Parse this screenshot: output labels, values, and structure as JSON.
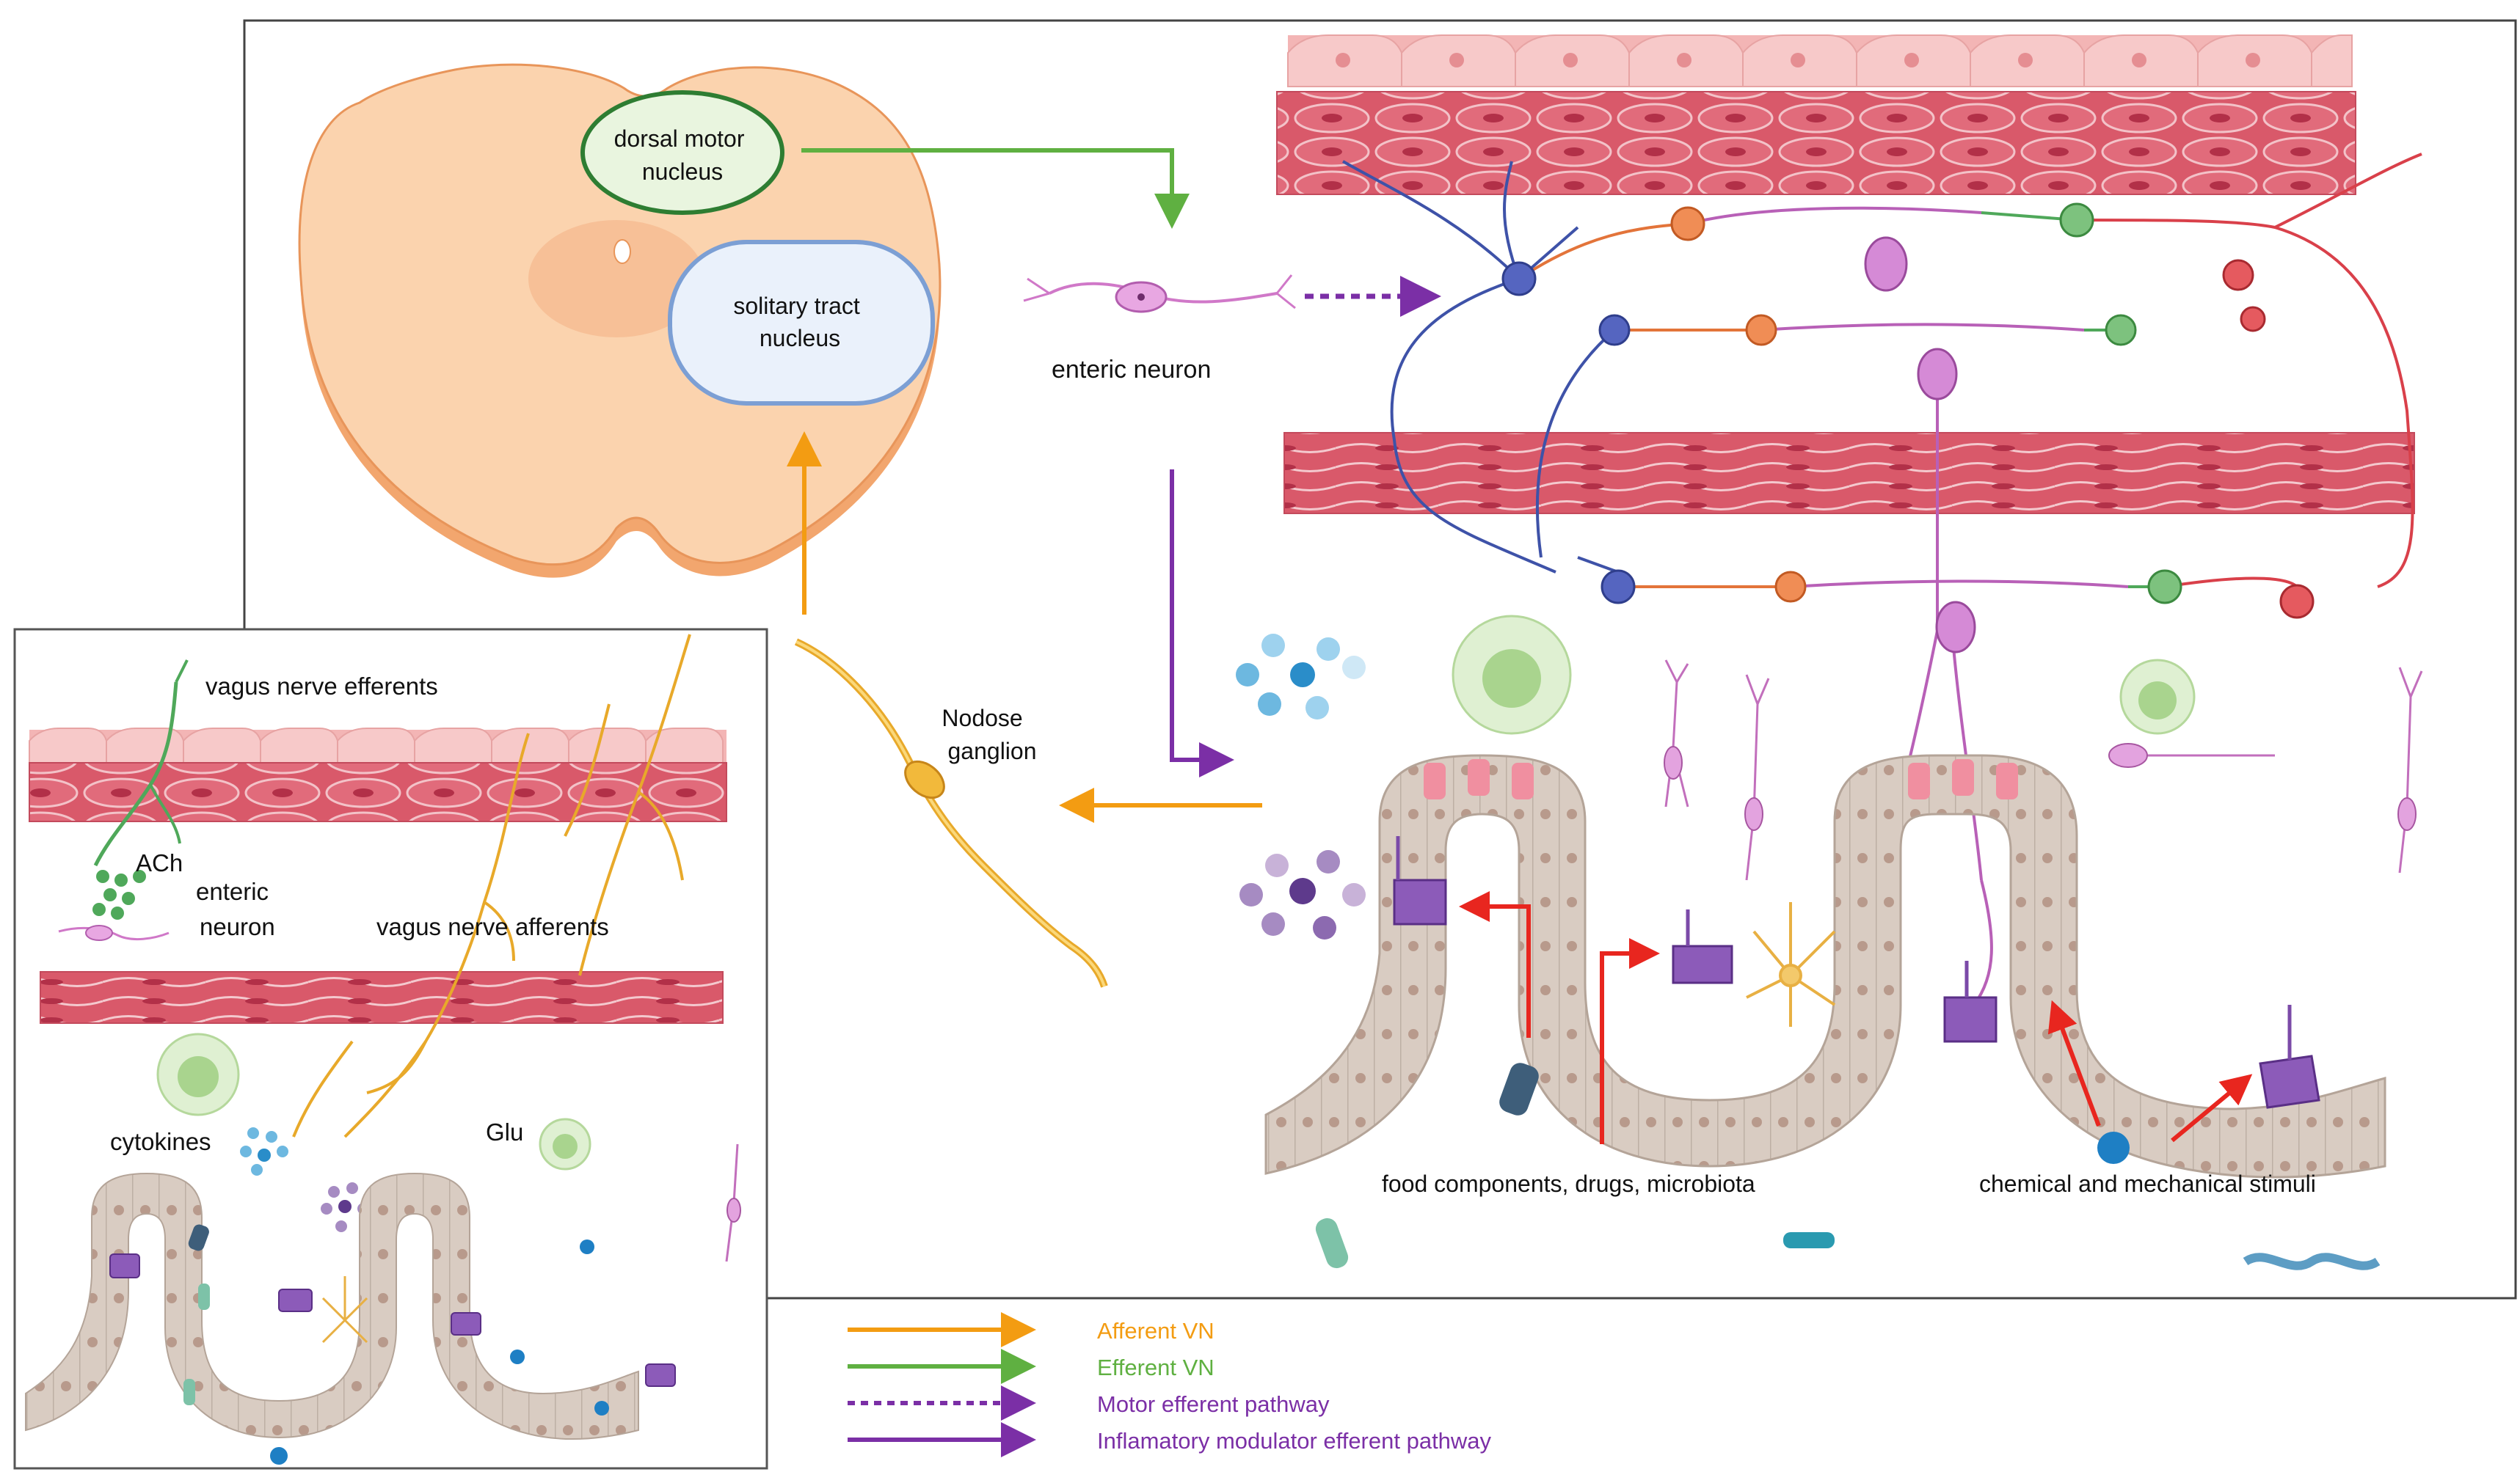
{
  "brainstem": {
    "dorsal_motor_nucleus": [
      "dorsal motor",
      "nucleus"
    ],
    "solitary_tract_nucleus": [
      "solitary tract",
      "nucleus"
    ]
  },
  "labels": {
    "enteric_neuron_main": "enteric neuron",
    "nodose_ganglion": [
      "Nodose",
      "ganglion"
    ],
    "food_components": "food components, drugs, microbiota",
    "chemical_mechanical": "chemical and mechanical stimuli"
  },
  "inset": {
    "vagus_efferents": "vagus nerve efferents",
    "ach": "ACh",
    "enteric_neuron": [
      "enteric",
      "neuron"
    ],
    "vagus_afferents": "vagus nerve afferents",
    "cytokines": "cytokines",
    "glu": "Glu"
  },
  "legend": [
    {
      "label": "Afferent VN",
      "color": "#F39C12",
      "style": "solid"
    },
    {
      "label": "Efferent VN",
      "color": "#5FB041",
      "style": "solid"
    },
    {
      "label": "Motor efferent pathway",
      "color": "#7B2FA6",
      "style": "dotted"
    },
    {
      "label": "Inflamatory modulator efferent pathway",
      "color": "#7B2FA6",
      "style": "solid"
    }
  ],
  "colors": {
    "afferent": "#F39C12",
    "efferent": "#5FB041",
    "purple_pathway": "#7B2FA6",
    "stimulus_arrow": "#E8261F",
    "brainstem_fill": "#FBD3AE",
    "muscle": "#D9596A",
    "villus": "#D9CCC2"
  }
}
